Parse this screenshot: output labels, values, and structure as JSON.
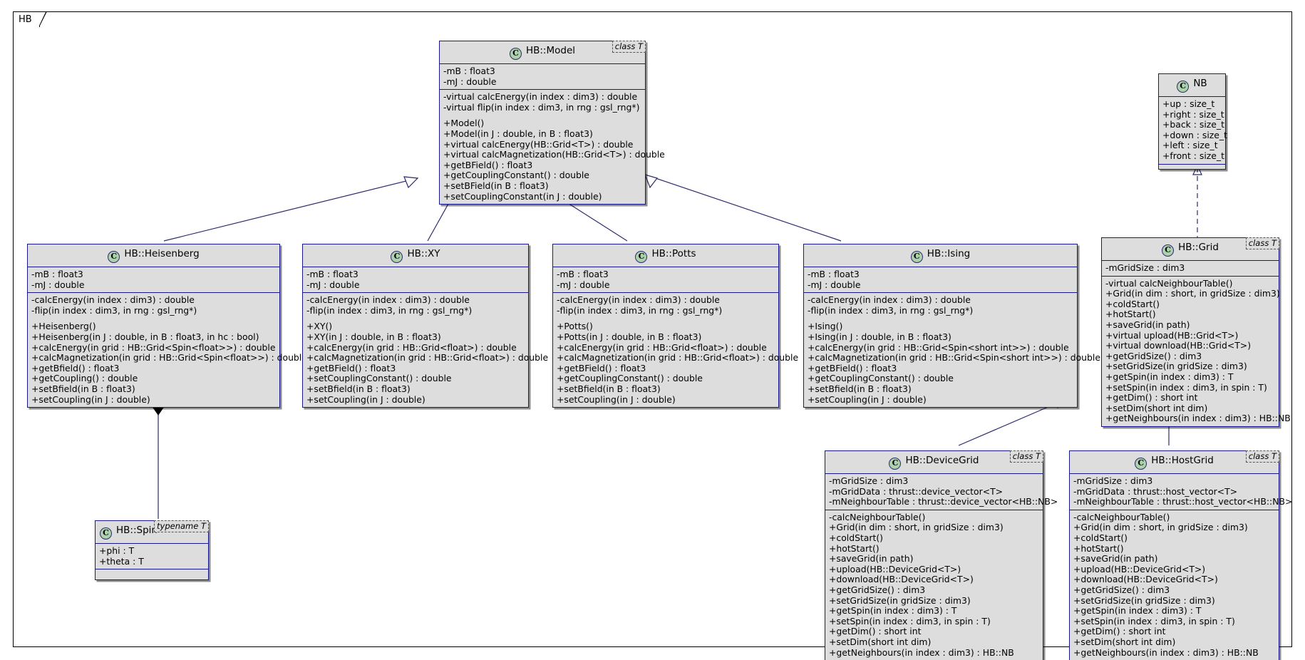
{
  "package": {
    "label": "HB"
  },
  "classes": [
    {
      "id": "model",
      "name": "HB::Model",
      "stereotype": "class T",
      "attributes": [
        "-mB : float3",
        "-mJ : double"
      ],
      "operations": [
        "-virtual calcEnergy(in index : dim3) : double",
        "-virtual flip(in index : dim3, in rng : gsl_rng*)",
        "",
        "+Model()",
        "+Model(in J : double, in B : float3)",
        "+virtual calcEnergy(HB::Grid<T>) : double",
        "+virtual calcMagnetization(HB::Grid<T>) : double",
        "+getBField() : float3",
        "+getCouplingConstant() : double",
        "+setBField(in B : float3)",
        "+setCouplingConstant(in J : double)"
      ]
    },
    {
      "id": "nb",
      "name": "NB",
      "stereotype": "",
      "attributes": [
        "+up : size_t",
        "+right : size_t",
        "+back : size_t",
        "+down : size_t",
        "+left : size_t",
        "+front : size_t"
      ],
      "operations": []
    },
    {
      "id": "heisenberg",
      "name": "HB::Heisenberg",
      "stereotype": "",
      "attributes": [
        "-mB : float3",
        "-mJ : double"
      ],
      "operations": [
        "-calcEnergy(in index : dim3) : double",
        "-flip(in index : dim3, in rng : gsl_rng*)",
        "",
        "+Heisenberg()",
        "+Heisenberg(in J : double, in B : float3, in hc : bool)",
        "+calcEnergy(in grid : HB::Grid<Spin<float>>) : double",
        "+calcMagnetization(in grid : HB::Grid<Spin<float>>) : double",
        "+getBfield() : float3",
        "+getCoupling() : double",
        "+setBfield(in B : float3)",
        "+setCoupling(in J : double)"
      ]
    },
    {
      "id": "xy",
      "name": "HB::XY",
      "stereotype": "",
      "attributes": [
        "-mB : float3",
        "-mJ : double"
      ],
      "operations": [
        "-calcEnergy(in index : dim3) : double",
        "-flip(in index : dim3, in rng : gsl_rng*)",
        "",
        "+XY()",
        "+XY(in J : double, in B : float3)",
        "+calcEnergy(in grid : HB::Grid<float>) : double",
        "+calcMagnetization(in grid : HB::Grid<float>) : double",
        "+getBField() : float3",
        "+setCouplingConstant() : double",
        "+setBfield(in B : float3)",
        "+setCoupling(in J : double)"
      ]
    },
    {
      "id": "potts",
      "name": "HB::Potts",
      "stereotype": "",
      "attributes": [
        "-mB : float3",
        "-mJ : double"
      ],
      "operations": [
        "-calcEnergy(in index : dim3) : double",
        "-flip(in index : dim3, in rng : gsl_rng*)",
        "",
        "+Potts()",
        "+Potts(in J : double, in B : float3)",
        "+calcEnergy(in grid : HB::Grid<float>) : double",
        "+calcMagnetization(in grid : HB::Grid<float>) : double",
        "+getBField() : float3",
        "+getCouplingConstant() : double",
        "+setBfield(in B : float3)",
        "+setCoupling(in J : double)"
      ]
    },
    {
      "id": "ising",
      "name": "HB::Ising",
      "stereotype": "",
      "attributes": [
        "-mB : float3",
        "-mJ : double"
      ],
      "operations": [
        "-calcEnergy(in index : dim3) : double",
        "-flip(in index : dim3, in rng : gsl_rng*)",
        "",
        "+Ising()",
        "+Ising(in J : double, in B : float3)",
        "+calcEnergy(in grid : HB::Grid<Spin<short int>>) : double",
        "+calcMagnetization(in grid : HB::Grid<Spin<short int>>) : double",
        "+getBField() : float3",
        "+getCouplingConstant() : double",
        "+setBfield(in B : float3)",
        "+setCoupling(in J : double)"
      ]
    },
    {
      "id": "grid",
      "name": "HB::Grid",
      "stereotype": "class T",
      "attributes": [
        "-mGridSize : dim3"
      ],
      "operations": [
        "-virtual calcNeighbourTable()",
        "+Grid(in dim : short, in gridSize : dim3)",
        "+coldStart()",
        "+hotStart()",
        "+saveGrid(in path)",
        "+virtual upload(HB::Grid<T>)",
        "+virtual download(HB::Grid<T>)",
        "+getGridSize() : dim3",
        "+setGridSize(in gridSize : dim3)",
        "+getSpin(in index : dim3) : T",
        "+setSpin(in index : dim3, in spin : T)",
        "+getDim() : short int",
        "+setDim(short int dim)",
        "+getNeighbours(in index : dim3) : HB::NB"
      ]
    },
    {
      "id": "devicegrid",
      "name": "HB::DeviceGrid",
      "stereotype": "class T",
      "attributes": [
        "-mGridSize : dim3",
        "-mGridData : thrust::device_vector<T>",
        "-mNeighbourTable : thrust::device_vector<HB::NB>"
      ],
      "operations": [
        "-calcNeighbourTable()",
        "+Grid(in dim : short, in gridSize : dim3)",
        "+coldStart()",
        "+hotStart()",
        "+saveGrid(in path)",
        "+upload(HB::DeviceGrid<T>)",
        "+download(HB::DeviceGrid<T>)",
        "+getGridSize() : dim3",
        "+setGridSize(in gridSize : dim3)",
        "+getSpin(in index : dim3) : T",
        "+setSpin(in index : dim3, in spin : T)",
        "+getDim() : short int",
        "+setDim(short int dim)",
        "+getNeighbours(in index : dim3) : HB::NB"
      ]
    },
    {
      "id": "hostgrid",
      "name": "HB::HostGrid",
      "stereotype": "class T",
      "attributes": [
        "-mGridSize : dim3",
        "-mGridData : thrust::host_vector<T>",
        "-mNeighbourTable : thrust::host_vector<HB::NB>"
      ],
      "operations": [
        "-calcNeighbourTable()",
        "+Grid(in dim : short, in gridSize : dim3)",
        "+coldStart()",
        "+hotStart()",
        "+saveGrid(in path)",
        "+upload(HB::DeviceGrid<T>)",
        "+download(HB::DeviceGrid<T>)",
        "+getGridSize() : dim3",
        "+setGridSize(in gridSize : dim3)",
        "+getSpin(in index : dim3) : T",
        "+setSpin(in index : dim3, in spin : T)",
        "+getDim() : short int",
        "+setDim(short int dim)",
        "+getNeighbours(in index : dim3) : HB::NB"
      ]
    },
    {
      "id": "spin",
      "name": "HB::Spin",
      "stereotype": "typename T",
      "attributes": [
        "+phi : T",
        "+theta : T"
      ],
      "operations": [
        ""
      ]
    }
  ],
  "colors": {
    "class_fill": "#dddddd",
    "class_border": "#19198c",
    "icon_fill": "#add1ad",
    "background": "#ffffff"
  }
}
